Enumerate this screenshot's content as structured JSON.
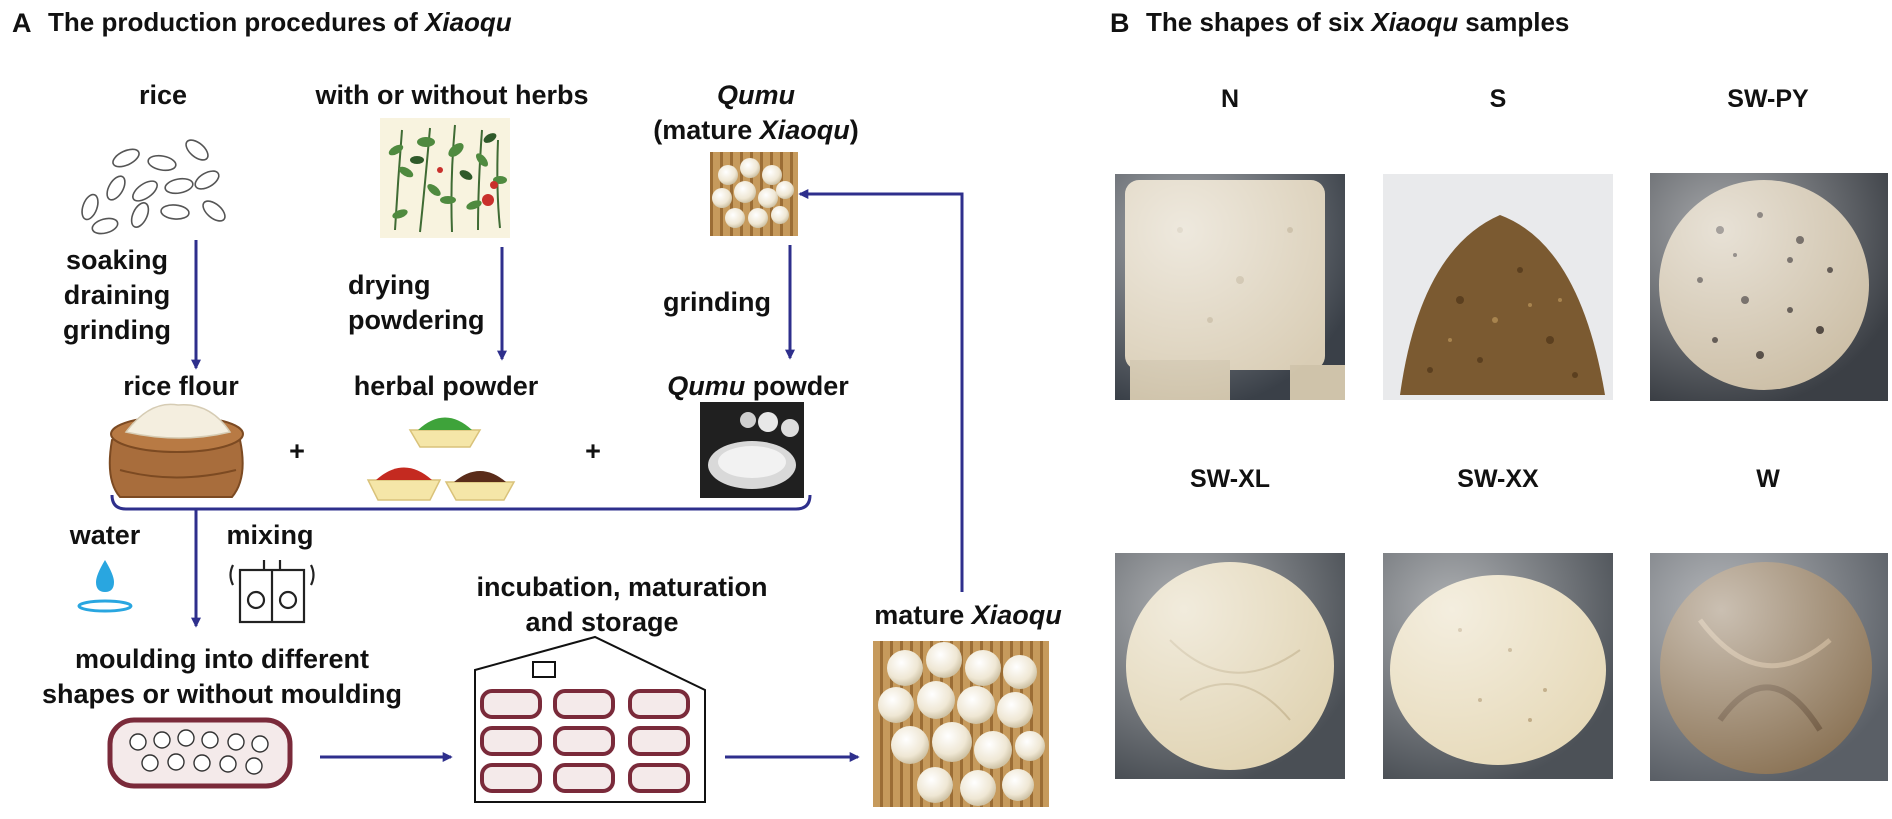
{
  "panelA": {
    "letter": "A",
    "title_pre": "The production procedures of ",
    "title_em": "Xiaoqu"
  },
  "panelB": {
    "letter": "B",
    "title_pre": "The shapes of six ",
    "title_em": "Xiaoqu",
    "title_post": " samples"
  },
  "labels": {
    "rice": "rice",
    "herbs": "with or without herbs",
    "qumu_top_em": "Qumu",
    "qumu_sub_pre": "(mature ",
    "qumu_sub_em": "Xiaoqu",
    "qumu_sub_post": ")",
    "soaking": "soaking",
    "draining": "draining",
    "grinding1": "grinding",
    "drying": "drying",
    "powdering": "powdering",
    "grinding2": "grinding",
    "rice_flour": "rice flour",
    "herbal_powder": "herbal powder",
    "qumu_powder_em": "Qumu",
    "qumu_powder_post": " powder",
    "plus": "+",
    "water": "water",
    "mixing": "mixing",
    "moulding1": "moulding into different",
    "moulding2": "shapes or without moulding",
    "incubation1": "incubation, maturation",
    "incubation2": "and storage",
    "mature_pre": "mature ",
    "mature_em": "Xiaoqu"
  },
  "samples": [
    {
      "label": "N",
      "style": "block"
    },
    {
      "label": "S",
      "style": "powder"
    },
    {
      "label": "SW-PY",
      "style": "speckled-disc"
    },
    {
      "label": "SW-XL",
      "style": "disc"
    },
    {
      "label": "SW-XX",
      "style": "disc"
    },
    {
      "label": "W",
      "style": "dark-disc"
    }
  ],
  "colors": {
    "arrow": "#2e2f8c",
    "basket": "#7a2a3a",
    "qu_ball": "#f1ece0",
    "bamboo": "#b88a4f"
  }
}
